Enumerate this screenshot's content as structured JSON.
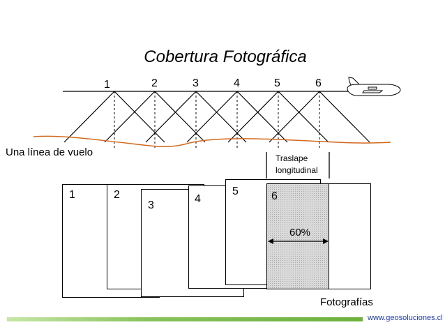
{
  "title": "Cobertura Fotográfica",
  "flight_line_label": "Una línea de vuelo",
  "exposure_numbers": [
    "1",
    "2",
    "3",
    "4",
    "5",
    "6"
  ],
  "overlap_label_line1": "Traslape",
  "overlap_label_line2": "longitudinal",
  "overlap_percent": "60%",
  "photo_numbers": [
    "1",
    "2",
    "3",
    "4",
    "5",
    "6"
  ],
  "photos_label": "Fotografías",
  "footer_url": "www.geosoluciones.cl",
  "colors": {
    "ground_line": "#d2691e",
    "footer_bar": "#7ab648",
    "footer_text": "#1f3aa6"
  },
  "icons": [
    "airplane-icon"
  ]
}
